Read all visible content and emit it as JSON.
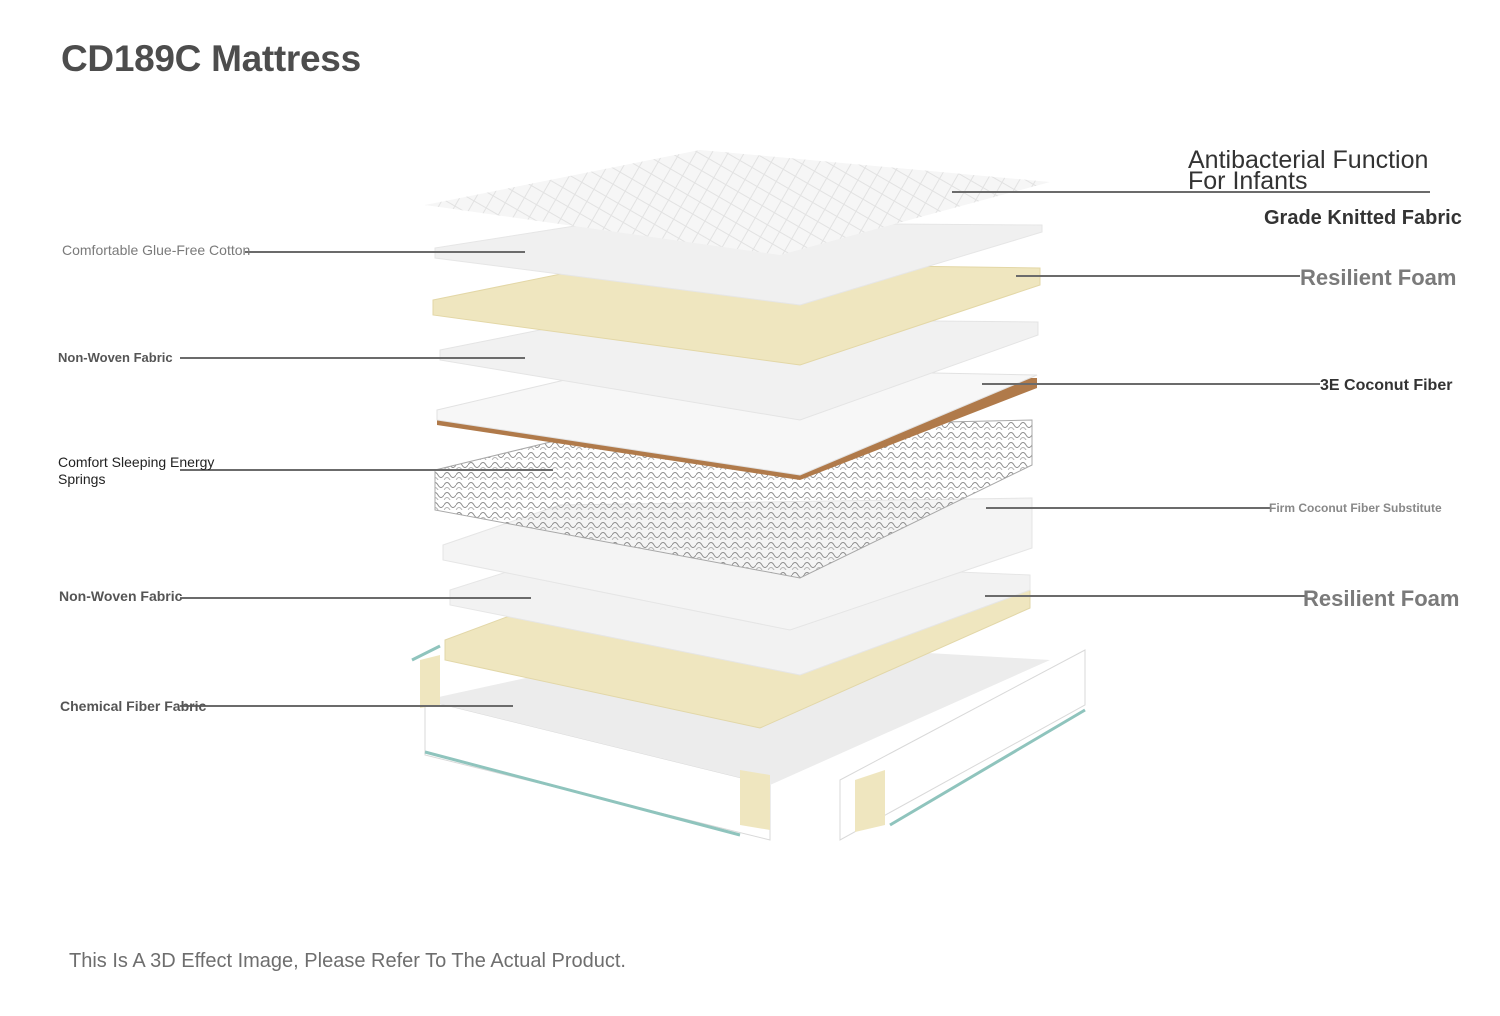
{
  "title": "CD189C Mattress",
  "footnote": "This Is A 3D Effect Image, Please Refer To The Actual Product.",
  "labels": {
    "left": [
      {
        "text": "Comfortable Glue-Free Cotton"
      },
      {
        "text": "Non-Woven Fabric"
      },
      {
        "text": "Comfort Sleeping Energy",
        "text2": "Springs"
      },
      {
        "text": "Non-Woven Fabric"
      },
      {
        "text": "Chemical Fiber Fabric"
      }
    ],
    "right": [
      {
        "text": "Antibacterial Function",
        "text2": "For Infants"
      },
      {
        "text": "Grade Knitted Fabric"
      },
      {
        "text": "Resilient Foam"
      },
      {
        "text": "3E Coconut Fiber"
      },
      {
        "text": "Firm Coconut Fiber Substitute"
      },
      {
        "text": "Resilient Foam"
      }
    ]
  },
  "colors": {
    "white_layer": "#f1f1f1",
    "foam": "#efe6bf",
    "coconut_fiber": "#b07a4a",
    "spring": "#9a9a9a",
    "frame_edge": "#8fc4bd"
  }
}
